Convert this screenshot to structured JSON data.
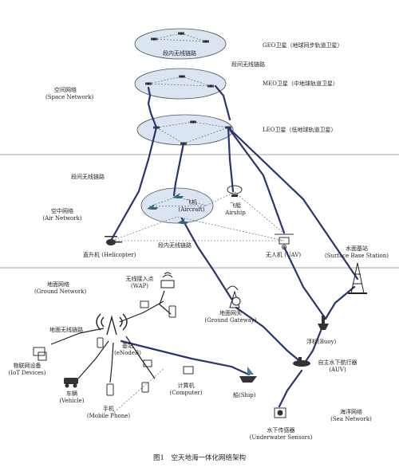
{
  "layers": {
    "space": {
      "zh": "空间网络",
      "en": "(Space Network)"
    },
    "air": {
      "zh": "空中网络",
      "en": "(Air Network)"
    },
    "ground": {
      "zh": "地面网络",
      "en": "(Ground Network)"
    },
    "sea": {
      "zh": "海洋网络",
      "en": "(Sea Network)"
    }
  },
  "orbits": {
    "geo": "GEO卫星（地球同步轨道卫星）",
    "meo": "MEO卫星（中地球轨道卫星）",
    "leo": "LEO卫星（低地球轨道卫星）"
  },
  "links": {
    "intra_space": "段内无线链路",
    "inter_space": "段间无线链路",
    "inter_air": "段间无线链路",
    "intra_air": "段内无线链路",
    "ground_wireless": "地面无线链路"
  },
  "nodes": {
    "aircraft": {
      "zh": "飞机",
      "en": "(Aircraft)"
    },
    "airship": {
      "zh": "飞艇",
      "en": "Airship"
    },
    "helicopter": {
      "zh": "直升机",
      "en": "(Helicopter)"
    },
    "uav": {
      "zh": "无人机",
      "en": "(UAV)"
    },
    "surface_base": {
      "zh": "水面基站",
      "en": "(Surface Base Station)"
    },
    "wap": {
      "zh": "无线接入点",
      "en": "(WAP)"
    },
    "ground_gateway": {
      "zh": "地面网关",
      "en": "(Ground Gateway)"
    },
    "buoy": {
      "zh": "浮标",
      "en": "(Buoy)"
    },
    "enodeb": {
      "zh": "基站",
      "en": "(eNodeB)"
    },
    "iot": {
      "zh": "物联网设备",
      "en": "(IoT Devices)"
    },
    "vehicle": {
      "zh": "车辆",
      "en": "(Vehicle)"
    },
    "mobile": {
      "zh": "手机",
      "en": "(Mobile Phone)"
    },
    "computer": {
      "zh": "计算机",
      "en": "(Computer)"
    },
    "ship": {
      "zh": "船",
      "en": "(Ship)"
    },
    "auv": {
      "zh": "自主水下航行器",
      "en": "(AUV)"
    },
    "sensors": {
      "zh": "水下传感器",
      "en": "(Underwater Sensors)"
    }
  },
  "caption": "图1　空天地海一体化网络架构",
  "colors": {
    "link": "#2a3470",
    "ellipse": "#dbe5f1",
    "divider": "#888888"
  }
}
